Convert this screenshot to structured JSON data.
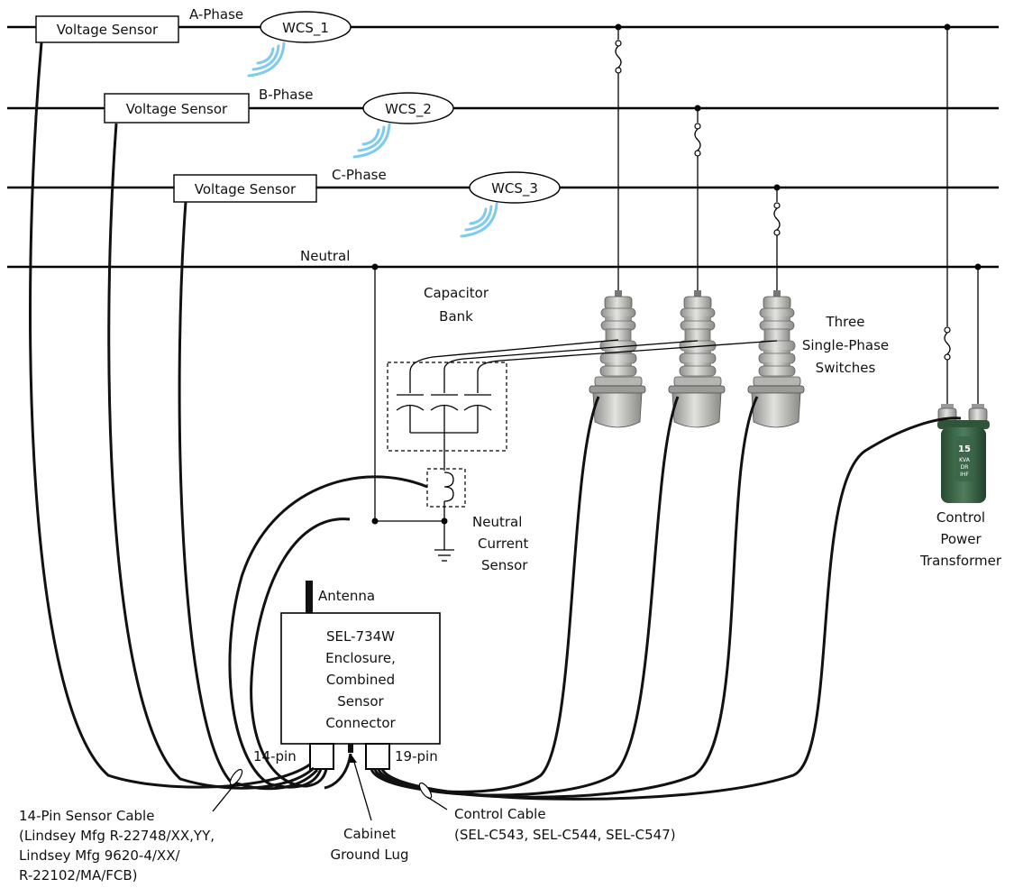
{
  "phases": {
    "a": "A-Phase",
    "b": "B-Phase",
    "c": "C-Phase",
    "neutral": "Neutral"
  },
  "voltage_sensors": [
    "Voltage Sensor",
    "Voltage Sensor",
    "Voltage Sensor"
  ],
  "wcs": [
    "WCS_1",
    "WCS_2",
    "WCS_3"
  ],
  "capacitor_bank": [
    "Capacitor",
    "Bank"
  ],
  "switches": [
    "Three",
    "Single-Phase",
    "Switches"
  ],
  "transformer_label": [
    "Control",
    "Power",
    "Transformer"
  ],
  "transformer_tank_text": [
    "15",
    "KVA",
    "DR",
    "IHF"
  ],
  "neutral_sensor": [
    "Neutral",
    "Current",
    "Sensor"
  ],
  "antenna": "Antenna",
  "enclosure": [
    "SEL-734W",
    "Enclosure,",
    "Combined",
    "Sensor",
    "Connector"
  ],
  "pin14": "14-pin",
  "pin19": "19-pin",
  "sensor_cable": [
    "14-Pin Sensor Cable",
    "(Lindsey Mfg R-22748/XX,YY,",
    "Lindsey Mfg 9620-4/XX/",
    "R-22102/MA/FCB)"
  ],
  "ground_lug": [
    "Cabinet",
    "Ground Lug"
  ],
  "control_cable": [
    "Control Cable",
    "(SEL-C543, SEL-C544, SEL-C547)"
  ],
  "colors": {
    "line": "#000000",
    "wireless_wave": "#7ecbef",
    "insulator": "#c9c9c6",
    "transformer_tank": "#3f6b4a"
  }
}
